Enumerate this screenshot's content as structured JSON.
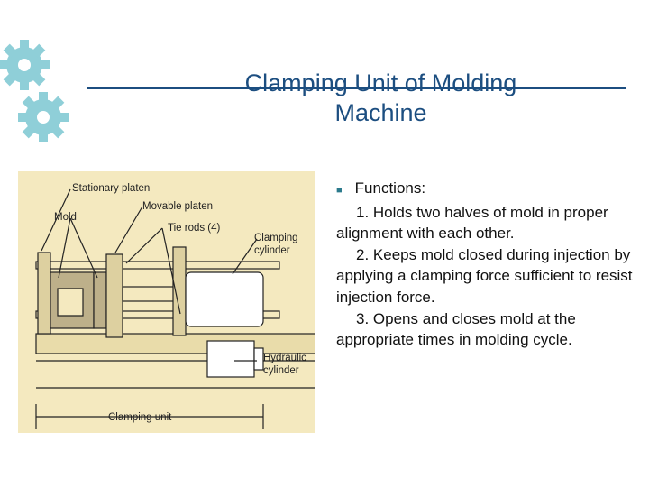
{
  "slide": {
    "title_line1": "Clamping Unit of Molding",
    "title_line2": "Machine",
    "heading": "Functions:",
    "items": [
      "1. Holds two halves of mold in proper alignment with each other.",
      "2. Keeps mold closed during injection by applying a clamping force sufficient to resist injection force.",
      "3. Opens and closes mold at the appropriate times in molding cycle."
    ]
  },
  "figure": {
    "labels": {
      "stationary_platen": "Stationary platen",
      "movable_platen": "Movable platen",
      "mold": "Mold",
      "tie_rods": "Tie rods (4)",
      "clamping_cyl_1": "Clamping",
      "clamping_cyl_2": "cylinder",
      "hydraulic_cyl_1": "Hydraulic",
      "hydraulic_cyl_2": "cylinder",
      "clamping_unit": "Clamping unit"
    }
  },
  "colors": {
    "title": "#1c4e80",
    "figure_bg": "#f4e9bf",
    "gear": "#8fcfd8"
  }
}
